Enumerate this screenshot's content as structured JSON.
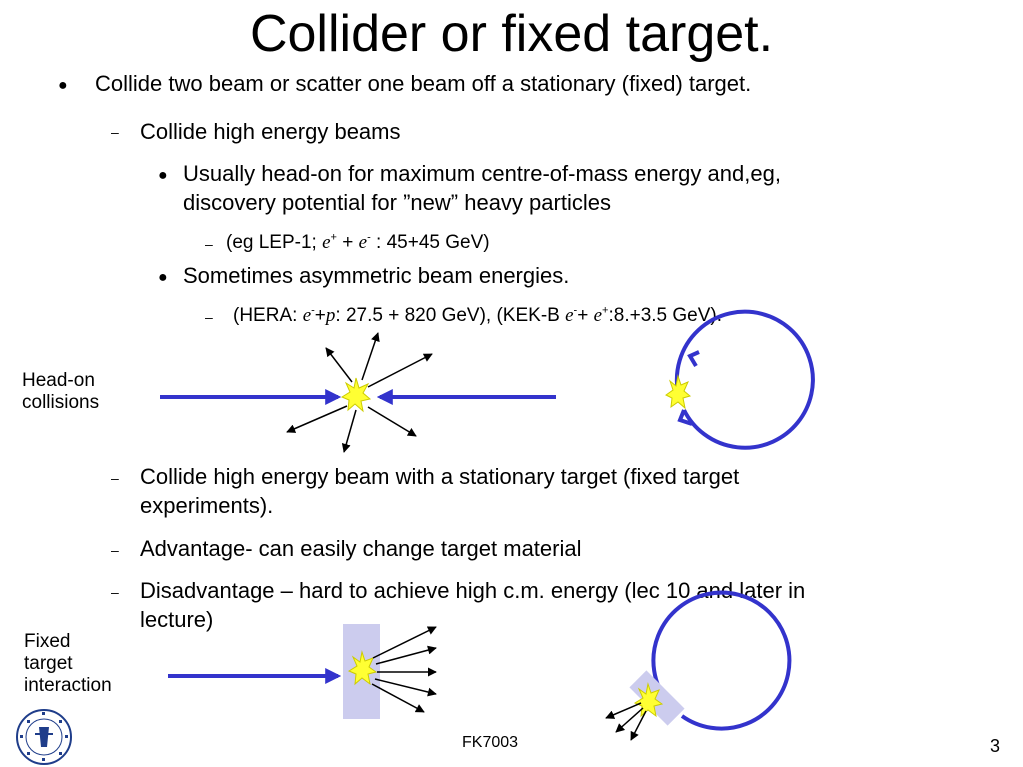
{
  "slide": {
    "title": "Collider or fixed target.",
    "bullet1": "Collide two beam or scatter one beam off a stationary (fixed) target.",
    "sub1": "Collide high energy beams",
    "sub1_b1_l1": "Usually head-on for maximum centre-of-mass energy and,eg,",
    "sub1_b1_l2": "discovery potential for ”new” heavy particles",
    "lep": {
      "pre": "(eg LEP-1; ",
      "e1": "e",
      "sup1": "+",
      "plus": " + ",
      "e2": "e",
      "sup2": "-",
      "post": " : 45+45 GeV)"
    },
    "sub1_b2": "Sometimes asymmetric beam energies.",
    "hera": {
      "pre": "(HERA: ",
      "e": "e",
      "sup_e": "-",
      "plus": "+",
      "p": "p",
      "mid": ": 27.5 + 820 GeV), (KEK-B ",
      "e2": "e",
      "sup2": "-",
      "plus2": "+ ",
      "e3": "e",
      "sup3": "+",
      "post": ":8.+3.5 GeV)."
    },
    "label_headon": [
      "Head-on",
      "collisions"
    ],
    "sub2_l1": "Collide high energy beam with a stationary target (fixed target",
    "sub2_l2": "experiments).",
    "sub3": "Advantage- can easily change target material",
    "sub4_l1": "Disadvantage – hard to achieve high c.m. energy (lec 10 and later in",
    "sub4_l2": "lecture)",
    "label_fixed": [
      "Fixed",
      "target",
      "interaction"
    ],
    "footer": "FK7003",
    "page_number": "3",
    "bullet_glyph": "●",
    "dash_glyph": "–"
  },
  "colors": {
    "beam": "#3333cc",
    "target": "#ccccee",
    "flash": "#ffff33",
    "flash_outline": "#cccc00",
    "logo": "#1f3d8a"
  }
}
